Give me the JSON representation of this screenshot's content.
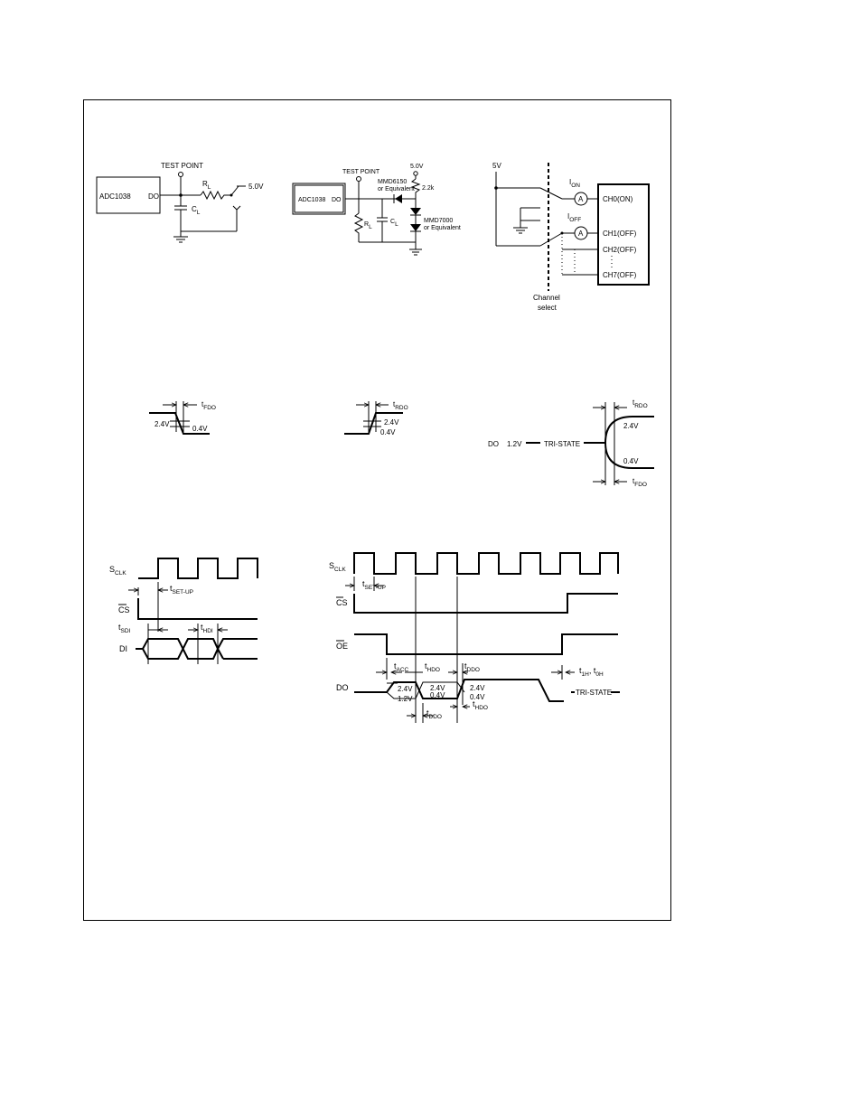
{
  "figure_a": {
    "test_point": "TEST POINT",
    "chip": "ADC1038",
    "pin": "DO",
    "rl": "R",
    "rl_sub": "L",
    "cl": "C",
    "cl_sub": "L",
    "supply": "5.0V"
  },
  "figure_b": {
    "test_point": "TEST POINT",
    "chip": "ADC1038",
    "pin": "DO",
    "supply": "5.0V",
    "resistor": "2.2k",
    "diode1_name": "MMD6150",
    "diode1_note": "or Equivalent",
    "diode2_name": "MMD7000",
    "diode2_note": "or Equivalent",
    "rl": "R",
    "rl_sub": "L",
    "cl": "C",
    "cl_sub": "L"
  },
  "figure_c": {
    "supply": "5V",
    "meter": "A",
    "i_on": "I",
    "i_on_sub": "ON",
    "i_off": "I",
    "i_off_sub": "OFF",
    "ch0": "CH0(ON)",
    "ch1": "CH1(OFF)",
    "ch2": "CH2(OFF)",
    "ch7": "CH7(OFF)",
    "select_line1": "Channel",
    "select_line2": "select"
  },
  "timing_fdo": {
    "t": "t",
    "t_sub": "FDO",
    "v_high": "2.4V",
    "v_low": "0.4V"
  },
  "timing_rdo": {
    "t": "t",
    "t_sub": "RDO",
    "v_high": "2.4V",
    "v_low": "0.4V"
  },
  "timing_tristate": {
    "do": "DO",
    "v_mid": "1.2V",
    "tri": "TRI-STATE",
    "t_rdo": "t",
    "t_rdo_sub": "RDO",
    "t_fdo": "t",
    "t_fdo_sub": "FDO",
    "v_high": "2.4V",
    "v_low": "0.4V"
  },
  "timing_input": {
    "sclk": "S",
    "sclk_sub": "CLK",
    "cs": "CS",
    "t_setup": "t",
    "t_setup_sub": "SET-UP",
    "t_sdi": "t",
    "t_sdi_sub": "SDI",
    "t_hdi": "t",
    "t_hdi_sub": "HDI",
    "di": "DI"
  },
  "timing_output": {
    "sclk": "S",
    "sclk_sub": "CLK",
    "cs": "CS",
    "oe": "OE",
    "do": "DO",
    "t_setup": "t",
    "t_setup_sub": "SET-UP",
    "t_acc": "t",
    "t_acc_sub": "ACC",
    "t_hdo": "t",
    "t_hdo_sub": "HDO",
    "t_ddo": "t",
    "t_ddo_sub": "DDO",
    "t_1h": "t",
    "t_1h_sub": "1H",
    "t_sep": ", t",
    "t_0h_sub": "0H",
    "v_24": "2.4V",
    "v_12": "1.2V",
    "v_04": "0.4V",
    "tri": "TRI-STATE"
  }
}
